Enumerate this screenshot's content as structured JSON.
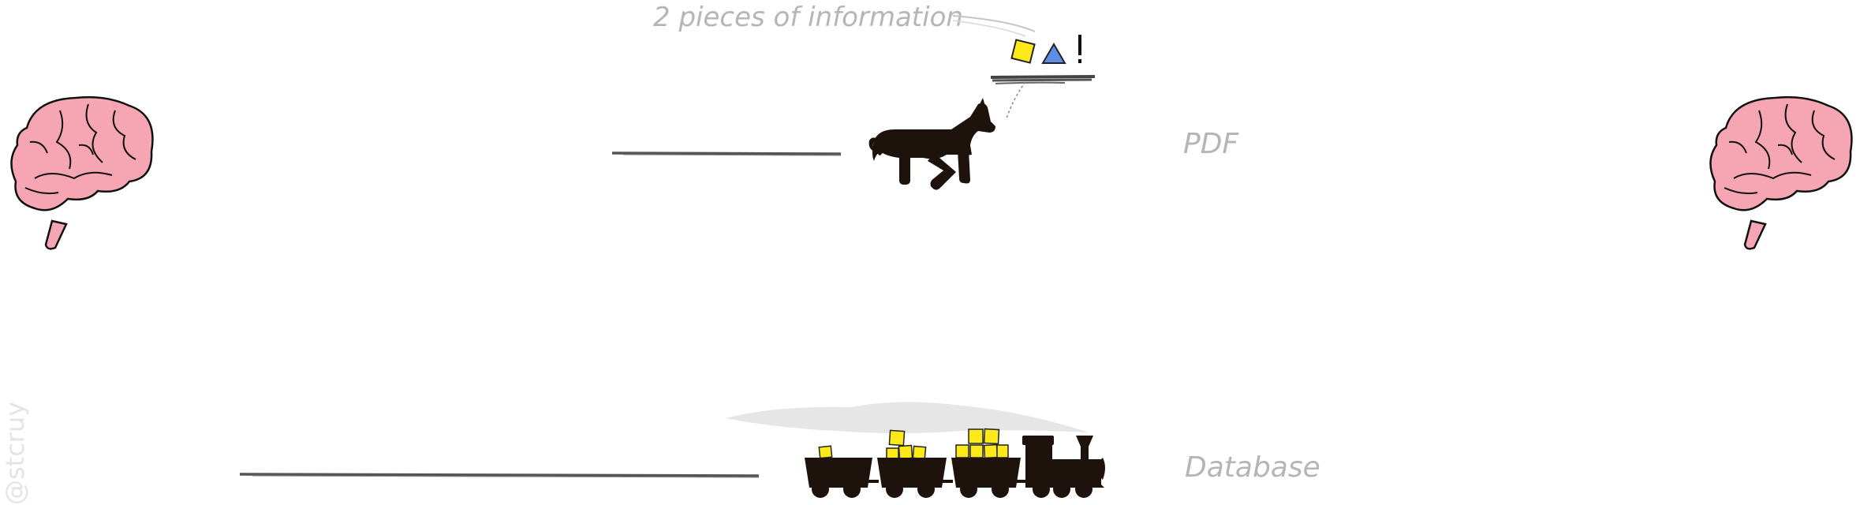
{
  "labels": {
    "info": "2 pieces of information",
    "pdf": "PDF",
    "database": "Database",
    "watermark": "@stcruy"
  },
  "icons": {
    "left_brain": "brain-icon",
    "right_brain": "brain-icon",
    "horse": "horse-icon",
    "train": "train-icon",
    "square": "square-icon",
    "triangle": "triangle-icon",
    "exclamation": "exclamation-icon"
  },
  "colors": {
    "brain_fill": "#f6a5b2",
    "ink": "#1e120d",
    "cargo": "#fde818",
    "triangle": "#5c8ee8",
    "label": "#b5b5b5",
    "smoke": "#e6e6e6"
  }
}
